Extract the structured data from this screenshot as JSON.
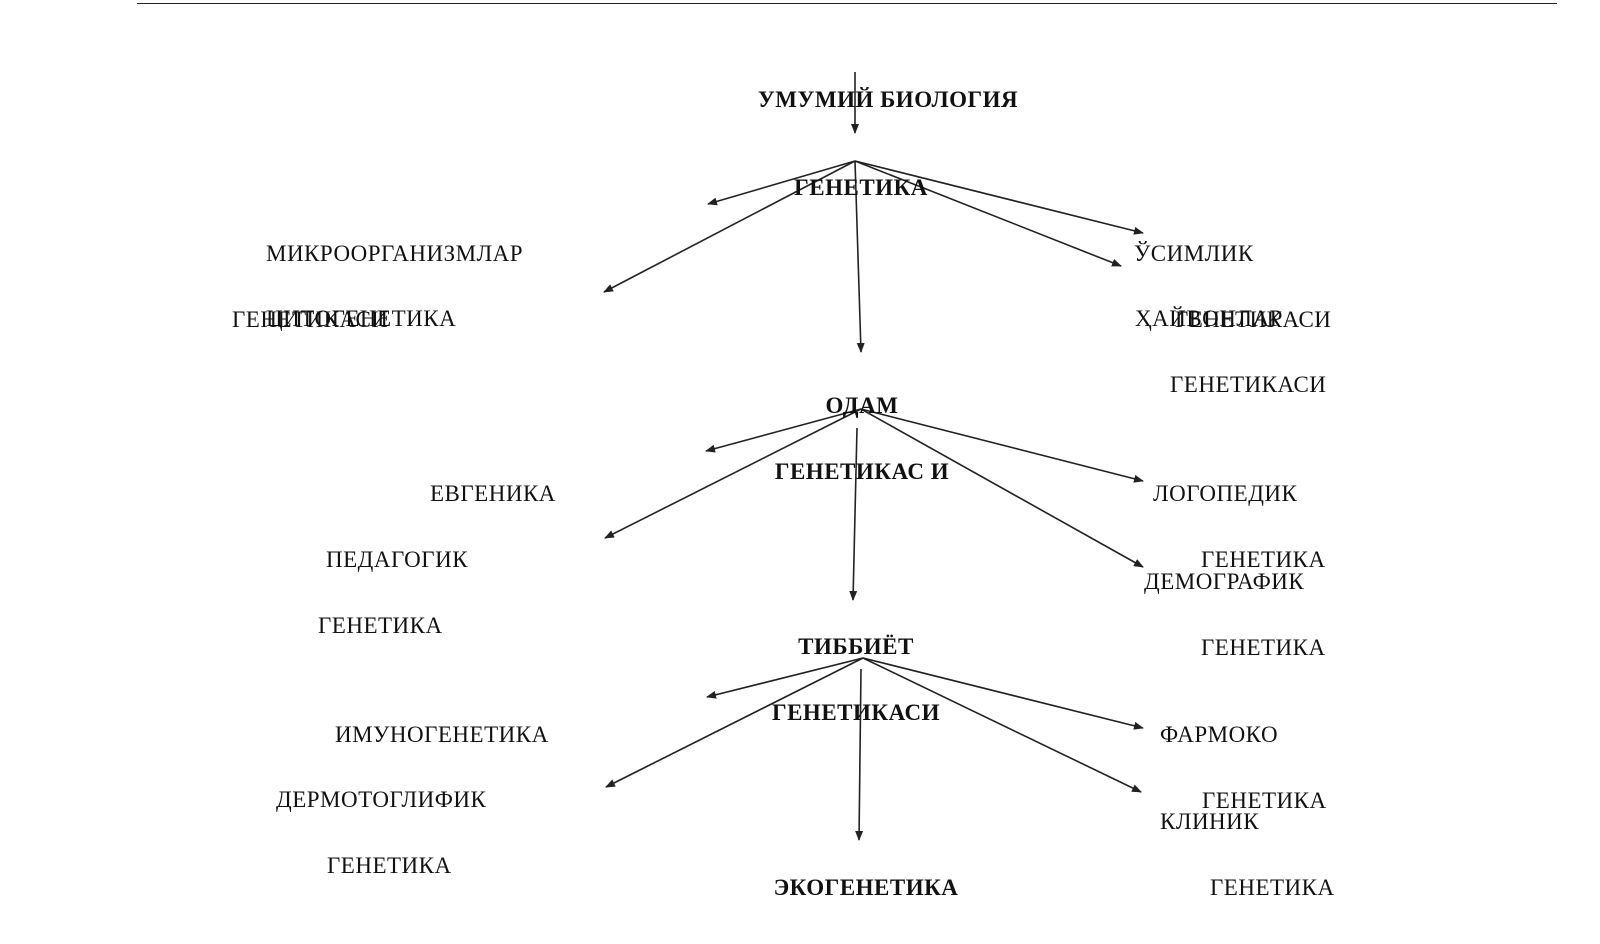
{
  "nodes": {
    "general_biology": {
      "lines": [
        "УМУМИЙ БИОЛОГИЯ"
      ]
    },
    "genetics": {
      "lines": [
        "ГЕНЕТИКА"
      ]
    },
    "microorganism_genetics": {
      "lines": [
        "МИКРООРГАНИЗМЛАР",
        "ГЕНЕТИКАСИ"
      ]
    },
    "cytogenetics": {
      "lines": [
        "ЦИТОГЕНЕТИКА"
      ]
    },
    "plant_genetics": {
      "lines": [
        "ЎСИМЛИК",
        "ГЕНЕТИКАСИ"
      ]
    },
    "animal_genetics": {
      "lines": [
        "ҲАЙВОНЛАР",
        "ГЕНЕТИКАСИ"
      ]
    },
    "human_genetics": {
      "lines": [
        "ОДАМ",
        "ГЕНЕТИКАС И"
      ]
    },
    "eugenics": {
      "lines": [
        "ЕВГЕНИКА"
      ]
    },
    "pedagogic_genetics": {
      "lines": [
        "ПЕДАГОГИК",
        "ГЕНЕТИКА"
      ]
    },
    "logopedic_genetics": {
      "lines": [
        "ЛОГОПЕДИК",
        "ГЕНЕТИКА"
      ]
    },
    "demographic_genetics": {
      "lines": [
        "ДЕМОГРАФИК",
        "ГЕНЕТИКА"
      ]
    },
    "medical_genetics": {
      "lines": [
        "ТИББИЁТ",
        "ГЕНЕТИКАСИ"
      ]
    },
    "immunogenetics": {
      "lines": [
        "ИМУНОГЕНЕТИКА"
      ]
    },
    "dermatoglyphic_genetics": {
      "lines": [
        "ДЕРМОТОГЛИФИК",
        "ГЕНЕТИКА"
      ]
    },
    "pharmaco_genetics": {
      "lines": [
        "ФАРМОКО",
        "ГЕНЕТИКА"
      ]
    },
    "clinical_genetics": {
      "lines": [
        "КЛИНИК",
        "ГЕНЕТИКА"
      ]
    },
    "ecogenetics": {
      "lines": [
        "ЭКОГЕНЕТИКА"
      ]
    }
  },
  "edges": [
    {
      "from": "general_biology",
      "to": "genetics"
    },
    {
      "from": "genetics",
      "to": "microorganism_genetics"
    },
    {
      "from": "genetics",
      "to": "cytogenetics"
    },
    {
      "from": "genetics",
      "to": "plant_genetics"
    },
    {
      "from": "genetics",
      "to": "animal_genetics"
    },
    {
      "from": "genetics",
      "to": "human_genetics"
    },
    {
      "from": "human_genetics",
      "to": "eugenics"
    },
    {
      "from": "human_genetics",
      "to": "pedagogic_genetics"
    },
    {
      "from": "human_genetics",
      "to": "logopedic_genetics"
    },
    {
      "from": "human_genetics",
      "to": "demographic_genetics"
    },
    {
      "from": "human_genetics",
      "to": "medical_genetics"
    },
    {
      "from": "medical_genetics",
      "to": "immunogenetics"
    },
    {
      "from": "medical_genetics",
      "to": "dermatoglyphic_genetics"
    },
    {
      "from": "medical_genetics",
      "to": "pharmaco_genetics"
    },
    {
      "from": "medical_genetics",
      "to": "clinical_genetics"
    },
    {
      "from": "medical_genetics",
      "to": "ecogenetics"
    }
  ]
}
